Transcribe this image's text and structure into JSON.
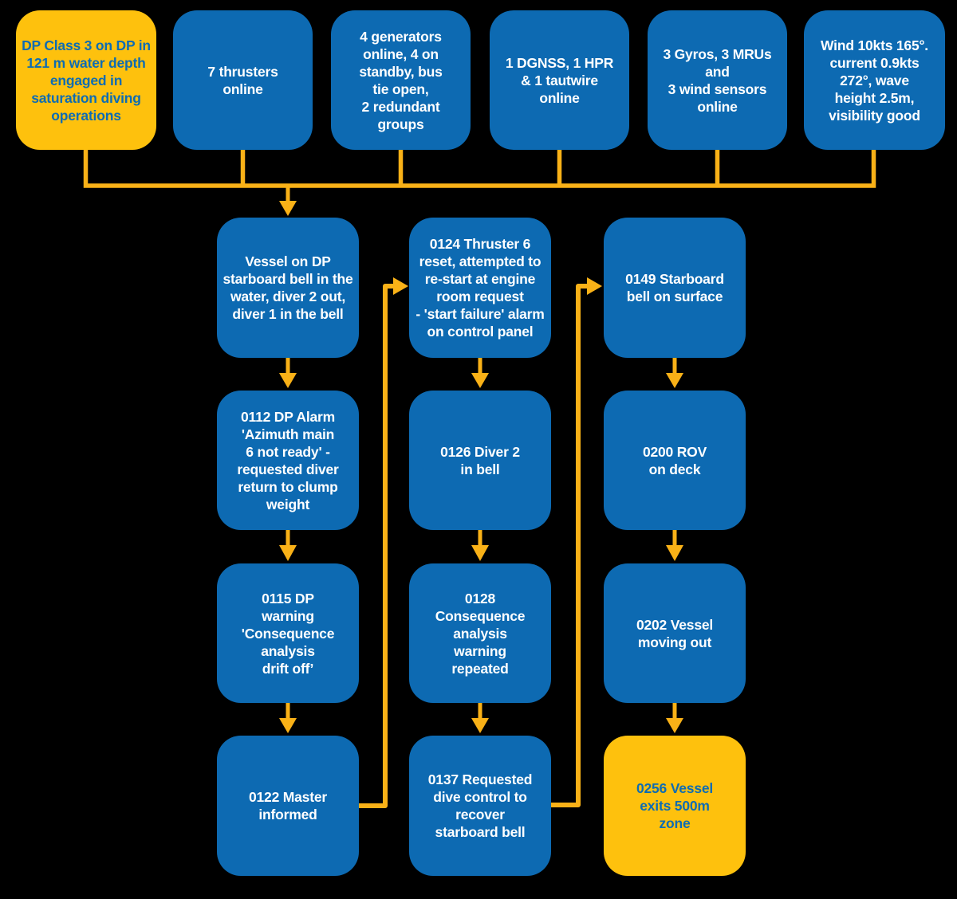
{
  "palette": {
    "box_blue": "#0D6AB2",
    "box_yellow": "#FEC10D",
    "connector_gold": "#F9B117",
    "text_on_blue": "#FFFFFF",
    "text_on_yellow": "#0E6CB3",
    "background": "#000000"
  },
  "top_row": {
    "boxes": [
      {
        "id": "dp-class",
        "variant": "yellow",
        "text": "DP Class 3 on DP in\n121 m water depth\nengaged in\nsaturation diving\noperations"
      },
      {
        "id": "thrusters",
        "variant": "blue",
        "text": "7 thrusters\nonline"
      },
      {
        "id": "generators",
        "variant": "blue",
        "text": "4 generators\nonline, 4 on\nstandby, bus\ntie open,\n2 redundant\ngroups"
      },
      {
        "id": "position-references",
        "variant": "blue",
        "text": "1 DGNSS, 1 HPR\n& 1 tautwire\nonline"
      },
      {
        "id": "sensors",
        "variant": "blue",
        "text": "3 Gyros, 3 MRUs\nand\n3 wind sensors\nonline"
      },
      {
        "id": "weather",
        "variant": "blue",
        "text": "Wind 10kts 165°.\ncurrent 0.9kts\n272°, wave\nheight 2.5m,\nvisibility good"
      }
    ]
  },
  "timeline": {
    "column_1": [
      {
        "id": "vessel-on-dp",
        "variant": "blue",
        "text": "Vessel on DP\nstarboard bell in the\nwater, diver 2 out,\ndiver 1 in the bell"
      },
      {
        "id": "0112-dp-alarm",
        "variant": "blue",
        "text": "0112 DP Alarm\n'Azimuth main\n6 not ready' -\nrequested diver\nreturn to clump\nweight"
      },
      {
        "id": "0115-dp-warning",
        "variant": "blue",
        "text": "0115 DP\nwarning\n'Consequence\nanalysis\ndrift off’"
      },
      {
        "id": "0122-master-informed",
        "variant": "blue",
        "text": "0122 Master\ninformed"
      }
    ],
    "column_2": [
      {
        "id": "0124-thruster-reset",
        "variant": "blue",
        "text": "0124 Thruster 6\nreset, attempted to\nre-start at engine\nroom request\n- 'start failure' alarm\non control panel"
      },
      {
        "id": "0126-diver2-in-bell",
        "variant": "blue",
        "text": "0126 Diver 2\nin bell"
      },
      {
        "id": "0128-warning-repeated",
        "variant": "blue",
        "text": "0128\nConsequence\nanalysis\nwarning\nrepeated"
      },
      {
        "id": "0137-recover-bell",
        "variant": "blue",
        "text": "0137 Requested\ndive control to\nrecover\nstarboard bell"
      }
    ],
    "column_3": [
      {
        "id": "0149-bell-on-surface",
        "variant": "blue",
        "text": "0149 Starboard\nbell on surface"
      },
      {
        "id": "0200-rov-on-deck",
        "variant": "blue",
        "text": "0200 ROV\non deck"
      },
      {
        "id": "0202-vessel-moving-out",
        "variant": "blue",
        "text": "0202 Vessel\nmoving out"
      },
      {
        "id": "0256-exits-500m-zone",
        "variant": "yellow",
        "text": "0256 Vessel\nexits 500m\nzone"
      }
    ]
  }
}
